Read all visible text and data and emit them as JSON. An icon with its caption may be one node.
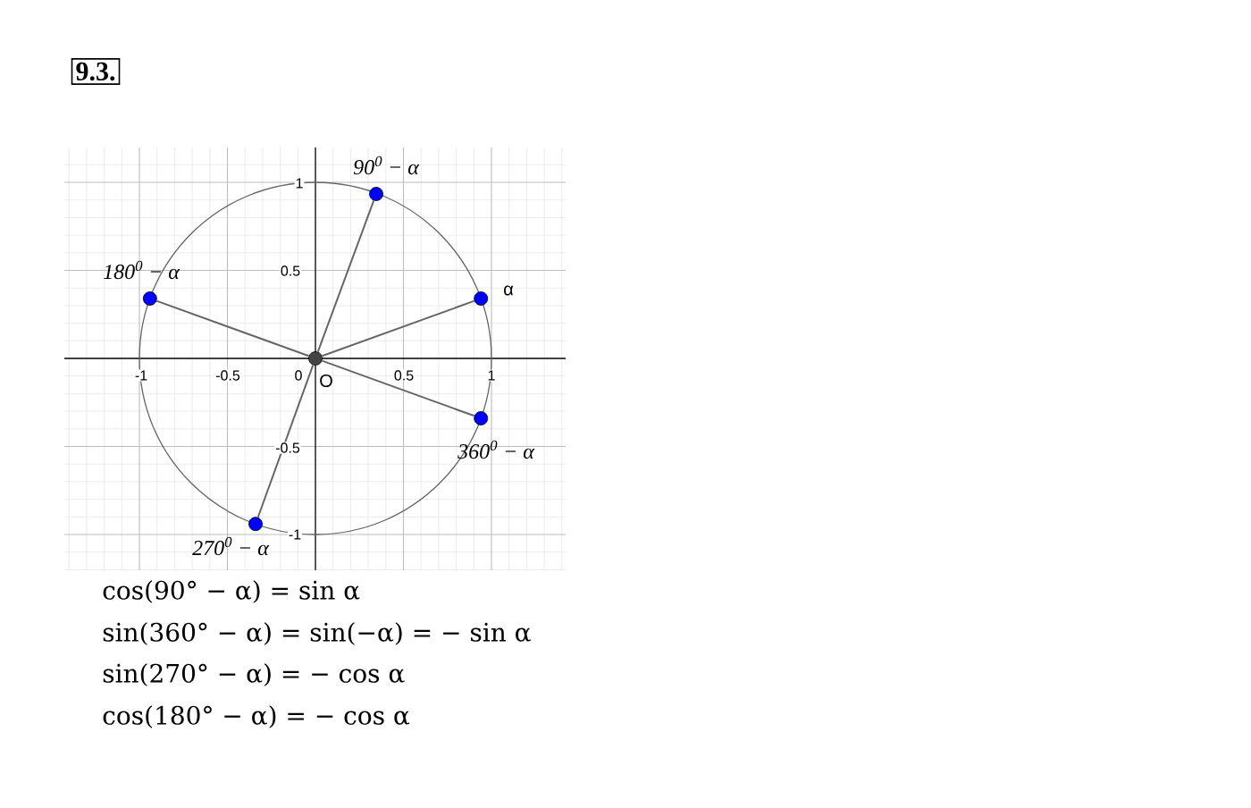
{
  "diagram": {
    "nodes": [
      {
        "text": [],
        "shape": "circle",
        "beside": [
          "90$^{0}$ − α"
        ]
      },
      {
        "text": [],
        "shape": "circle",
        "beside": [
          "180$^{0}$ − α"
        ]
      },
      {
        "text": [],
        "shape": "circle",
        "beside": [
          "α"
        ]
      },
      {
        "text": [],
        "shape": "circle",
        "beside": [
          "O"
        ]
      },
      {
        "text": [],
        "shape": "circle",
        "beside": [
          "360$^{0}$ − α"
        ]
      },
      {
        "text": [],
        "shape": "circle",
        "beside": [
          "270$^{0}$ − α"
        ]
      }
    ],
    "edges": [
      {
        "from": 3,
        "to": 0,
        "arrow": "none"
      },
      {
        "from": 3,
        "to": 1,
        "arrow": "none"
      },
      {
        "from": 3,
        "to": 2,
        "arrow": "none"
      },
      {
        "from": 3,
        "to": 4,
        "arrow": "none"
      },
      {
        "from": 3,
        "to": 5,
        "arrow": "none"
      }
    ],
    "labels": [
      "9.3.",
      "1",
      "0.5",
      "-1",
      "-0.5",
      "0",
      "0.5",
      "1",
      "-0.5",
      "-1",
      "cos(90° − α) = sin α",
      "sin(360° − α) = sin(−α) = − sin α",
      "sin(270° − α) = − cos α",
      "cos(180° − α) = − cos α"
    ]
  }
}
